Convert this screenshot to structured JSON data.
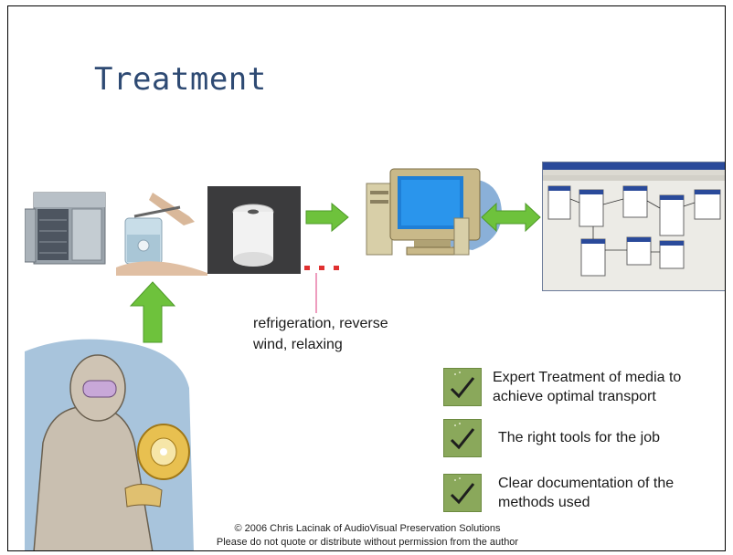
{
  "slide": {
    "title": "Treatment",
    "caption_line1": "refrigeration, reverse",
    "caption_line2": "wind, relaxing",
    "bullets": [
      {
        "line1": "Expert Treatment of media to",
        "line2": "achieve optimal transport",
        "icon": "checkmark-icon"
      },
      {
        "line1": "The right tools for the job",
        "line2": "",
        "icon": "checkmark-icon"
      },
      {
        "line1": "Clear documentation of the",
        "line2": "methods used",
        "icon": "checkmark-icon"
      }
    ],
    "footer_line1": "© 2006 Chris Lacinak of AudioVisual Preservation Solutions",
    "footer_line2": "Please do not quote or distribute without permission from the author"
  },
  "colors": {
    "title": "#2e4a73",
    "arrow_green": "#6ec23c",
    "check_bg": "#8aa85b",
    "ellipsis_red": "#e03030",
    "pointer_pink": "#e87ca8"
  }
}
